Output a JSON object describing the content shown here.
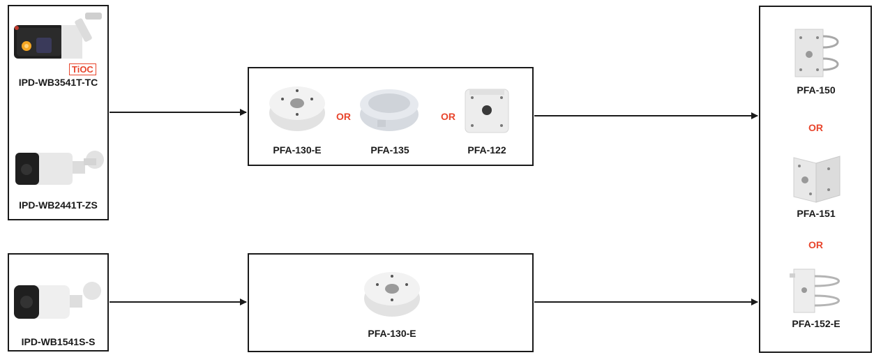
{
  "cameras": {
    "cam1": {
      "model": "IPD-WB3541T-TC",
      "badge": "TiOC"
    },
    "cam2": {
      "model": "IPD-WB2441T-ZS"
    },
    "cam3": {
      "model": "IPD-WB1541S-S"
    }
  },
  "junction_boxes_top": {
    "items": [
      "PFA-130-E",
      "PFA-135",
      "PFA-122"
    ],
    "separator": "OR"
  },
  "junction_box_bottom": {
    "item": "PFA-130-E"
  },
  "mounts": {
    "items": [
      "PFA-150",
      "PFA-151",
      "PFA-152-E"
    ],
    "separator": "OR"
  },
  "colors": {
    "accent": "#e8452c",
    "line": "#1a1a1a"
  }
}
